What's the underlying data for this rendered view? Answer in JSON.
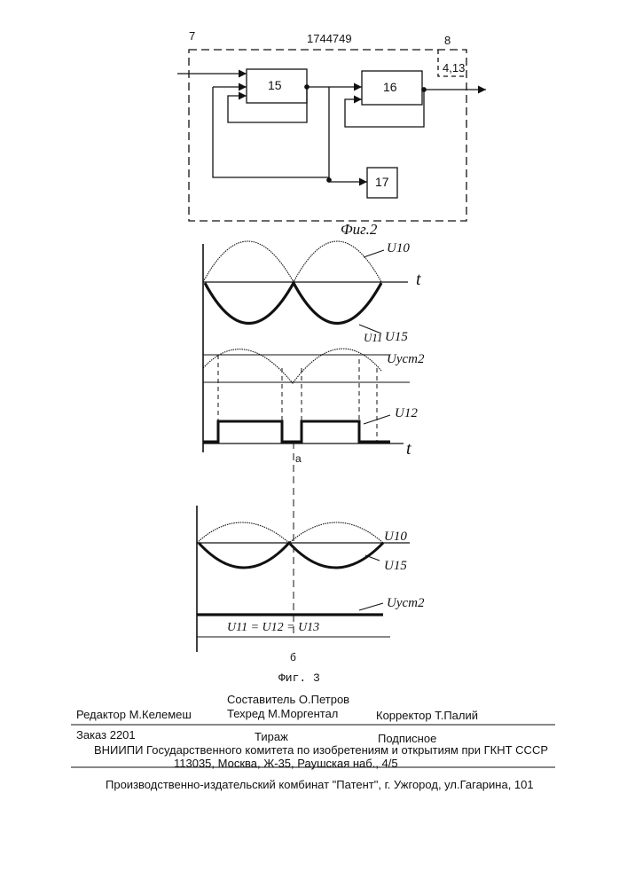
{
  "header": {
    "left_num": "7",
    "patent_number": "1744749",
    "right_num": "8"
  },
  "fig2": {
    "corner_label": "4,13",
    "block_15": "15",
    "block_16": "16",
    "block_17": "17",
    "caption": "Фиг.2"
  },
  "fig3": {
    "a": {
      "t_axis_1": "t",
      "t_axis_2": "t",
      "u10": "U10",
      "u15": "U15",
      "u11": "U11",
      "u_ust2": "Uуст2",
      "u12": "U12",
      "letter": "а"
    },
    "b": {
      "u10": "U10",
      "u15": "U15",
      "u_ust2": "Uуст2",
      "equation": "U11 = U12 = U13",
      "letter": "б"
    },
    "caption": "Фиг. 3"
  },
  "footer": {
    "compiler": "Составитель О.Петров",
    "editor": "Редактор  М.Келемеш",
    "techred": "Техред М.Моргентал",
    "corrector": "Корректор Т.Палий",
    "order": "Заказ  2201",
    "circulation": "Тираж",
    "subscription": "Подписное",
    "vniipi": "ВНИИПИ Государственного комитета по изобретениям и открытиям при ГКНТ СССР",
    "address": "113035, Москва, Ж-35, Раушская наб., 4/5",
    "publisher": "Производственно-издательский комбинат \"Патент\", г. Ужгород, ул.Гагарина, 101"
  }
}
